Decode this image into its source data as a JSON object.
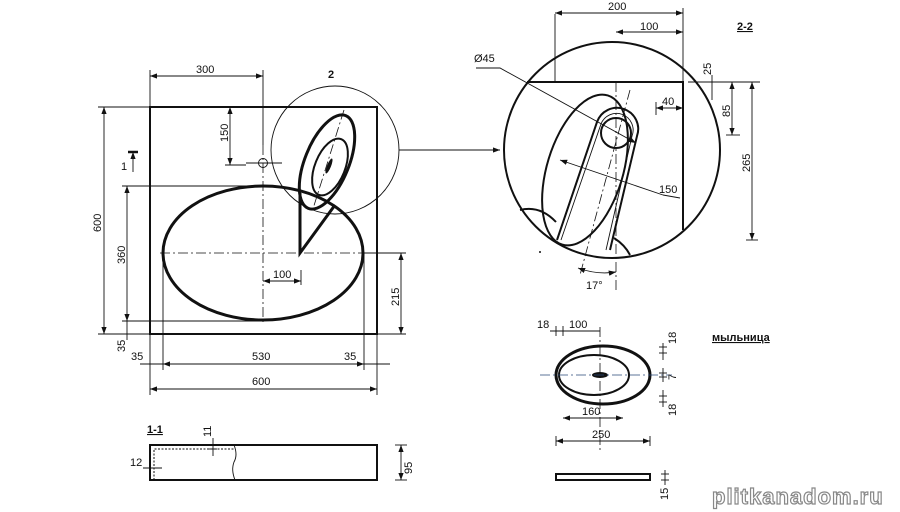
{
  "plan": {
    "detail_label": "2",
    "section_marker": "1",
    "dims": {
      "d300": "300",
      "d150": "150",
      "d600_v": "600",
      "d360": "360",
      "d215": "215",
      "d100": "100",
      "d35_v": "35",
      "d35_l": "35",
      "d530": "530",
      "d35_r": "35",
      "d600_h": "600"
    }
  },
  "detail": {
    "title": "2-2",
    "dims": {
      "d200": "200",
      "d100": "100",
      "diameter": "Ø45",
      "d40": "40",
      "d25": "25",
      "d85": "85",
      "d265": "265",
      "d150": "150",
      "angle": "17°"
    }
  },
  "soap_dish": {
    "title": "мыльница",
    "dims": {
      "d18_l": "18",
      "d100": "100",
      "d18_t": "18",
      "d7": "7",
      "d18_b": "18",
      "d160": "160",
      "d250": "250",
      "d15": "15"
    }
  },
  "section": {
    "title": "1-1",
    "dims": {
      "d11": "11",
      "d12": "12",
      "d95": "95"
    }
  },
  "watermark": "plitkanadom.ru"
}
